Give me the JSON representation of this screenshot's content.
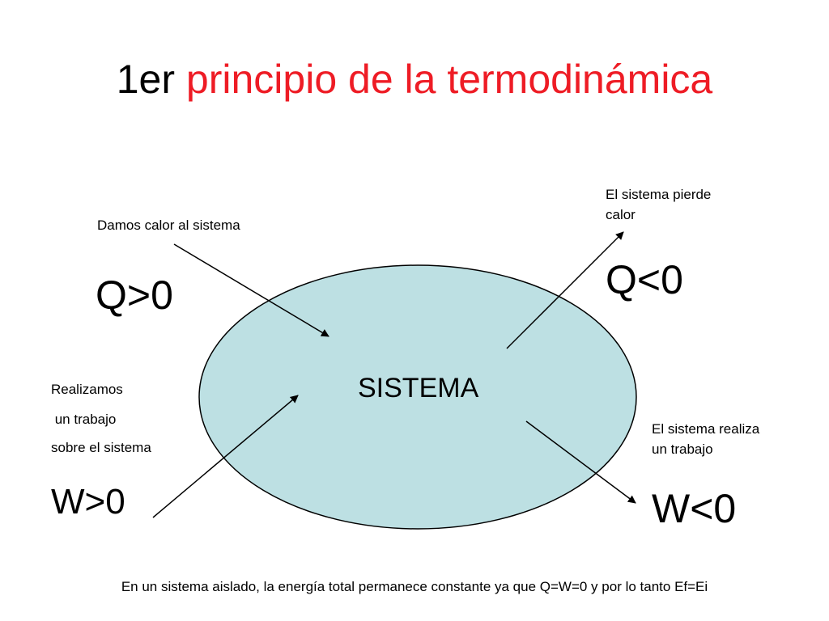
{
  "title": {
    "prefix": "1er",
    "main": "principio de la termodinámica"
  },
  "system": {
    "label": "SISTEMA"
  },
  "heat_in": {
    "caption": "Damos calor al sistema",
    "symbol": "Q>0"
  },
  "heat_out": {
    "caption_line1": "El sistema pierde",
    "caption_line2": "calor",
    "symbol": "Q<0"
  },
  "work_on": {
    "caption_line1": "Realizamos",
    "caption_line2": " un trabajo",
    "caption_line3": "sobre el sistema",
    "symbol": "W>0"
  },
  "work_by": {
    "caption_line1": "El sistema realiza",
    "caption_line2": "un trabajo",
    "symbol": "W<0"
  },
  "footer": {
    "text": "En un sistema aislado, la energía total permanece constante ya que Q=W=0 y por lo tanto Ef=Ei"
  },
  "colors": {
    "title_accent": "#ee1c25",
    "system_fill": "#bde0e3",
    "stroke": "#000000"
  }
}
